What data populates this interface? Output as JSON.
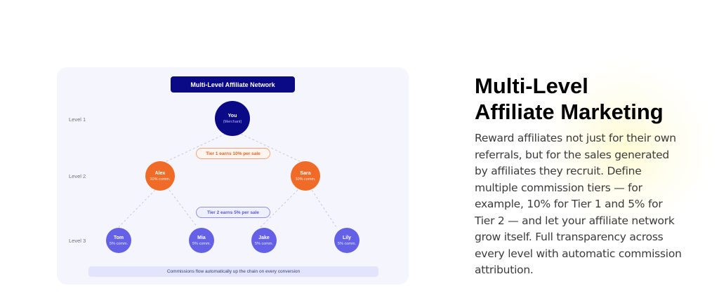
{
  "diagram": {
    "title": "Multi-Level Affiliate Network",
    "levels": [
      "Level 1",
      "Level 2",
      "Level 3"
    ],
    "root": {
      "name": "You",
      "sub": "(Merchant)"
    },
    "tier1": [
      {
        "name": "Alex",
        "sub": "10% comm."
      },
      {
        "name": "Sara",
        "sub": "10% comm."
      }
    ],
    "tier2": [
      {
        "name": "Tom",
        "sub": "5% comm."
      },
      {
        "name": "Mia",
        "sub": "5% comm."
      },
      {
        "name": "Jake",
        "sub": "5% comm."
      },
      {
        "name": "Lily",
        "sub": "5% comm."
      }
    ],
    "tier1_label": "Tier 1 earns 10% per sale",
    "tier2_label": "Tier 2 earns 5% per sale",
    "footer": "Commissions flow automatically up the chain on every conversion",
    "colors": {
      "root": "#0b0a86",
      "tier1": "#f06b27",
      "tier2": "#6461e7",
      "panel": "#f5f6fd"
    }
  },
  "copy": {
    "heading_line1": "Multi-Level",
    "heading_line2": "Affiliate Marketing",
    "body": "Reward affiliates not just for their own referrals, but for the sales generated by affiliates they recruit. Define multiple commission tiers — for example, 10% for Tier 1 and 5% for Tier 2 — and let your affiliate network grow itself. Full transparency across every level with automatic commission attribution."
  }
}
